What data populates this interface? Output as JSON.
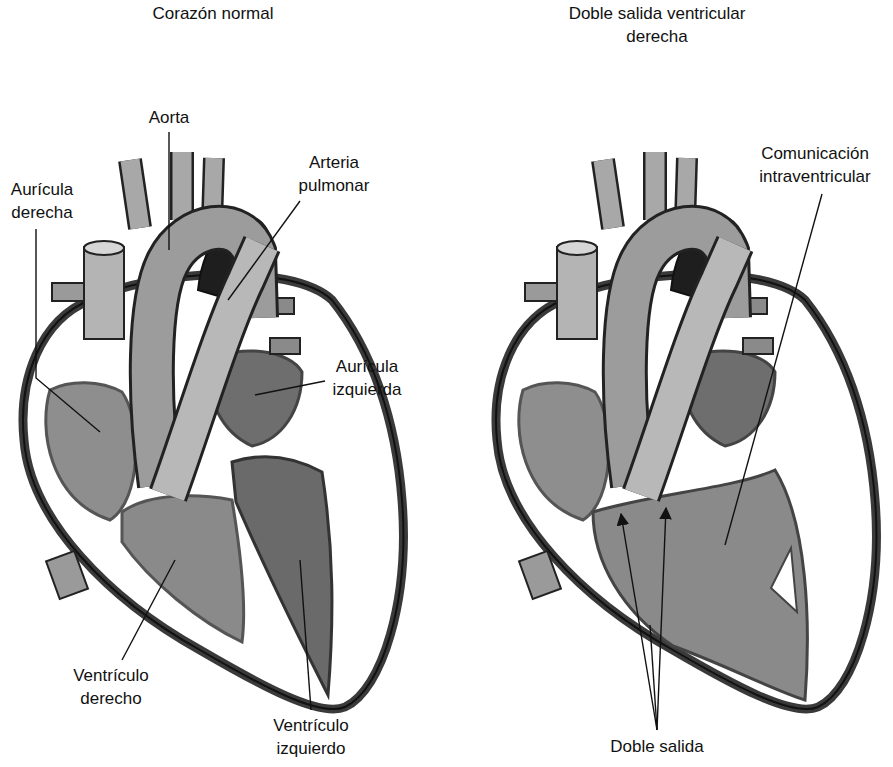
{
  "diagram": {
    "labels": [
      "Corazón normal",
      "Doble salida ventricular derecha",
      "Aorta",
      "Arteria pulmonar",
      "Aurícula derecha",
      "Aurícula izquierda",
      "Ventrículo derecho",
      "Ventrículo izquierdo",
      "Comunicación intraventricular",
      "Doble salida"
    ]
  }
}
